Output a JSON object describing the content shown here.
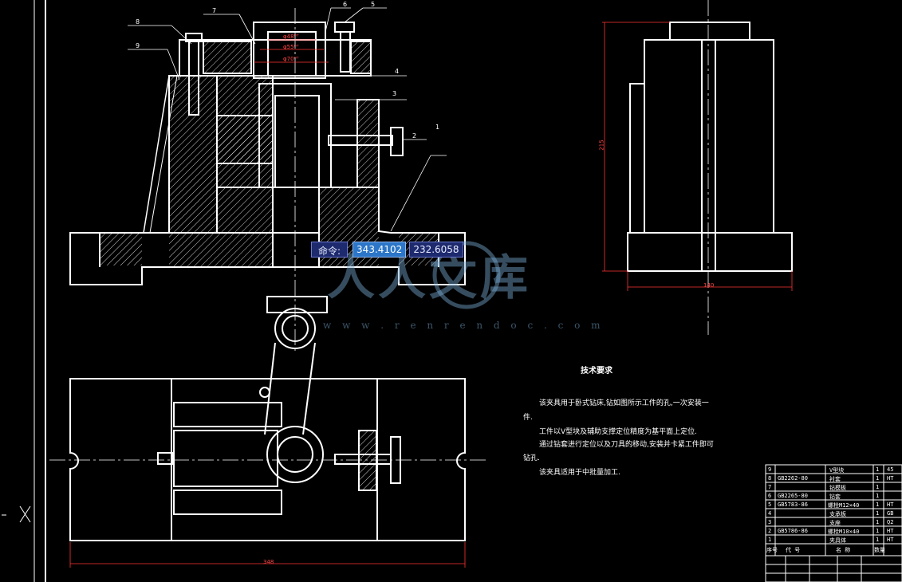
{
  "command_bar": {
    "label": "命令:",
    "x_value": "343.4102",
    "y_value": "232.6058"
  },
  "watermark": {
    "text": "人人文库",
    "url": "w w w . r e n r e n d o c . c o m"
  },
  "dimensions": {
    "width_bottom": "348",
    "width_side": "140",
    "height_side": "215",
    "d1": "φ48ᴴ⁷",
    "d2": "φ55ᴴ⁷",
    "d3": "φ70ᴴ⁷"
  },
  "part_labels": [
    "8",
    "7",
    "6",
    "5",
    "9",
    "4",
    "3",
    "2",
    "1"
  ],
  "tech_requirements": {
    "title": "技术要求",
    "lines": [
      "该夹具用于卧式钻床,钻如图所示工件的孔,一次安装一",
      "件.",
      "工件以V型块及辅助支撑定位精度为基平面上定位.",
      "通过钻套进行定位以及刀具的移动,安装并卡紧工件即可",
      "钻孔.",
      "该夹具适用于中批量加工."
    ]
  },
  "bom": {
    "rows": [
      {
        "no": "9",
        "code": "",
        "name": "V型块",
        "qty": "1",
        "mat": "45"
      },
      {
        "no": "8",
        "code": "GB2262-80",
        "name": "衬套",
        "qty": "1",
        "mat": "HT"
      },
      {
        "no": "7",
        "code": "",
        "name": "钻模板",
        "qty": "1",
        "mat": ""
      },
      {
        "no": "6",
        "code": "GB2265-80",
        "name": "钻套",
        "qty": "1",
        "mat": ""
      },
      {
        "no": "5",
        "code": "GB5783-86",
        "name": "螺栓M12×40",
        "qty": "1",
        "mat": "HT"
      },
      {
        "no": "4",
        "code": "",
        "name": "支承板",
        "qty": "1",
        "mat": "GB"
      },
      {
        "no": "3",
        "code": "",
        "name": "支座",
        "qty": "1",
        "mat": "Q2"
      },
      {
        "no": "2",
        "code": "GB5786-86",
        "name": "螺栓M10×40",
        "qty": "1",
        "mat": "HT"
      },
      {
        "no": "1",
        "code": "",
        "name": "夹具体",
        "qty": "1",
        "mat": "HT"
      }
    ],
    "header": {
      "no": "序号",
      "code": "代 号",
      "name": "名 称",
      "qty": "数量",
      "mat": ""
    }
  }
}
